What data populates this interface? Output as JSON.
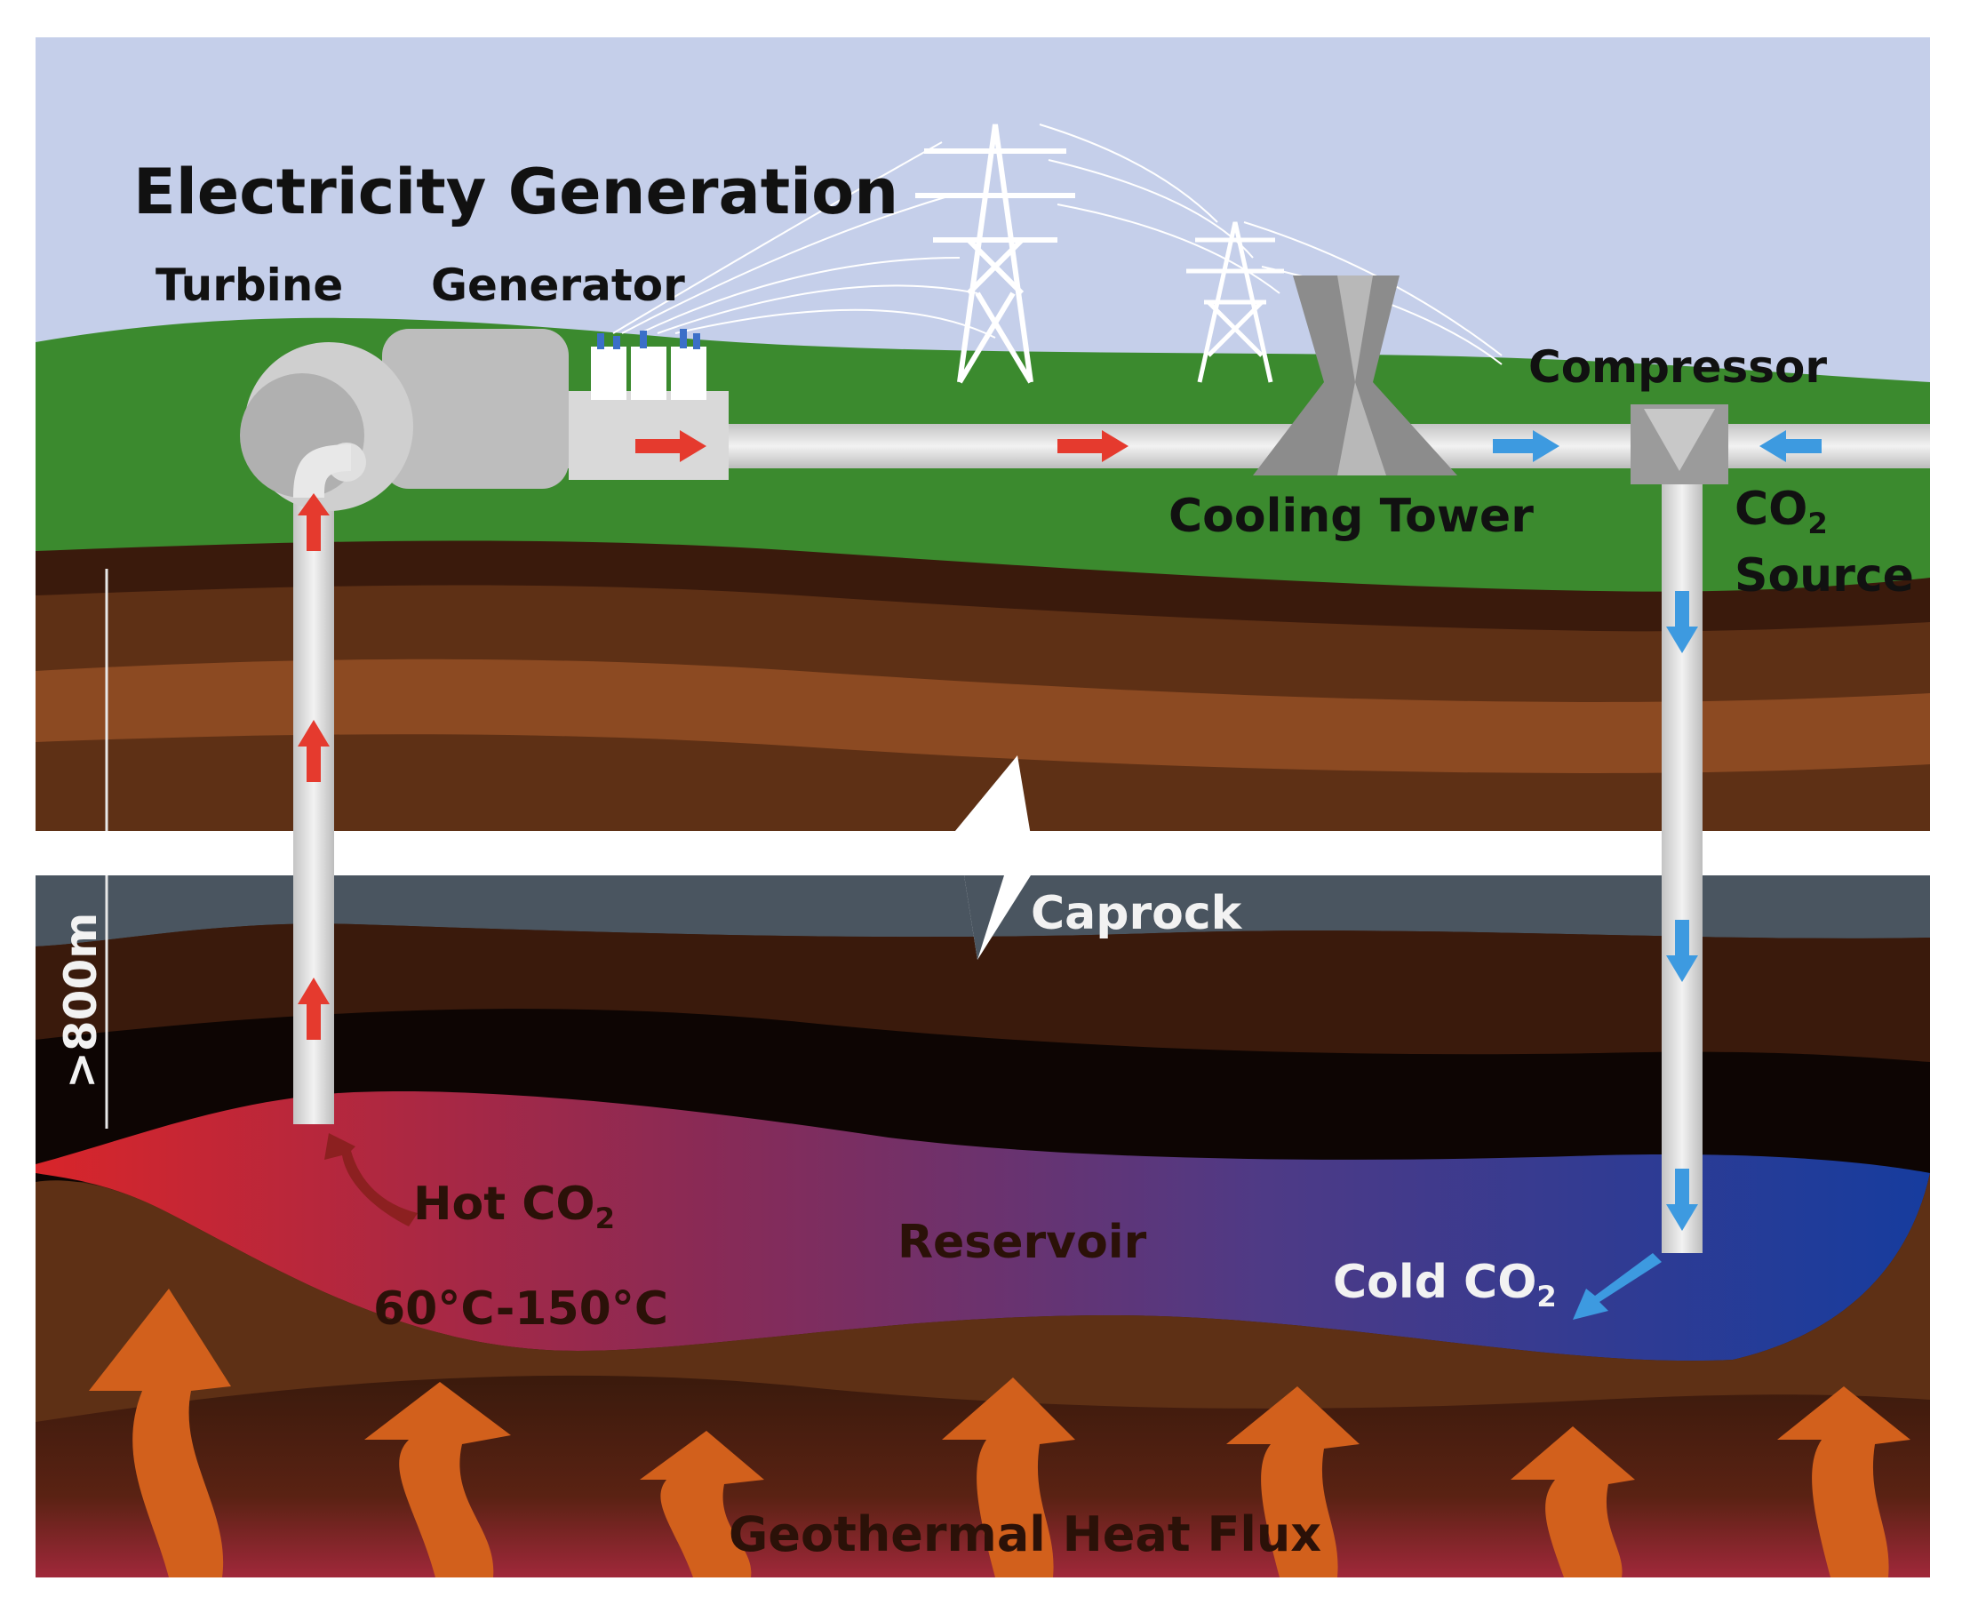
{
  "title": "Electricity Generation",
  "labels": {
    "turbine": "Turbine",
    "generator": "Generator",
    "compressor": "Compressor",
    "cooling_tower": "Cooling Tower",
    "co2_source_line1": "CO",
    "co2_source_sub": "2",
    "co2_source_line2": "Source",
    "caprock": "Caprock",
    "depth": ">800m",
    "hot_co2": "Hot CO",
    "hot_co2_sub": "2",
    "temperature": "60°C-150°C",
    "reservoir": "Reservoir",
    "cold_co2": "Cold CO",
    "cold_co2_sub": "2",
    "heat_flux": "Geothermal Heat Flux"
  },
  "colors": {
    "sky": "#c5cfea",
    "grass": "#3b8a2e",
    "soil_dark": "#3a1a0c",
    "soil_mid": "#5e3015",
    "soil_light": "#8c4a22",
    "caprock": "#4a5560",
    "reservoir_hot": "#d42a2a",
    "reservoir_cold": "#1a3d9e",
    "hot_flow": "#e53a2e",
    "cold_flow": "#3d9ae0",
    "heat_arrow": "#d2601c",
    "pipe": "#dedede"
  },
  "icons": [
    "turbine-icon",
    "generator-icon",
    "transmission-tower-icon",
    "cooling-tower-icon",
    "compressor-icon",
    "flow-arrow-icon",
    "heat-arrow-icon"
  ]
}
